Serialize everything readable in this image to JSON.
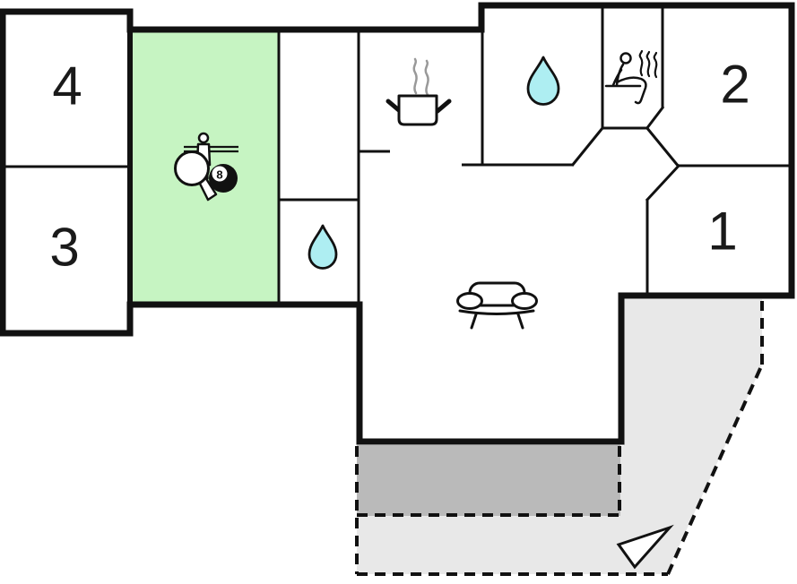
{
  "plan": {
    "type": "floor-plan",
    "colors": {
      "wall": "#111111",
      "line": "#111111",
      "room_bg": "#ffffff",
      "game_room": "#c6f4c2",
      "water": "#aeeef2",
      "terrace_dark": "#bababa",
      "terrace_light": "#e8e8e8",
      "steam": "#999999"
    },
    "rooms": {
      "bedroom4": {
        "label": "4"
      },
      "bedroom3": {
        "label": "3"
      },
      "bedroom2": {
        "label": "2"
      },
      "bedroom1": {
        "label": "1"
      },
      "game_room": {
        "label": "",
        "icons": [
          "table-tennis-paddle-icon",
          "foosball-player-icon",
          "eight-ball-icon"
        ]
      },
      "small_room": {
        "label": ""
      },
      "wc": {
        "icons": [
          "water-drop-icon"
        ]
      },
      "kitchen": {
        "icons": [
          "cooking-pot-icon",
          "steam-lines"
        ]
      },
      "bathroom": {
        "icons": [
          "water-drop-icon"
        ]
      },
      "sauna": {
        "icons": [
          "sauna-person-icon",
          "steam-lines"
        ]
      },
      "living_room": {
        "icons": [
          "sofa-icon"
        ]
      }
    },
    "icons": {
      "eight_ball_number": "8"
    },
    "terrace": {
      "marker": "compass-arrow-icon"
    }
  }
}
